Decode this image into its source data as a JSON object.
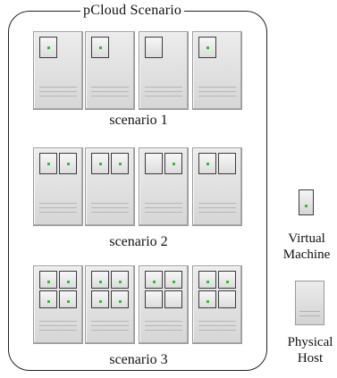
{
  "title": "pCloud Scenario",
  "scenarios": [
    {
      "label": "scenario 1",
      "hosts": [
        {
          "slots": [
            true
          ]
        },
        {
          "slots": [
            true
          ]
        },
        {
          "slots": [
            false
          ]
        },
        {
          "slots": [
            true
          ]
        }
      ]
    },
    {
      "label": "scenario 2",
      "hosts": [
        {
          "slots": [
            true,
            true
          ]
        },
        {
          "slots": [
            true,
            true
          ]
        },
        {
          "slots": [
            false,
            true
          ]
        },
        {
          "slots": [
            true,
            false
          ]
        }
      ]
    },
    {
      "label": "scenario 3",
      "hosts": [
        {
          "slots": [
            true,
            true,
            true,
            true
          ]
        },
        {
          "slots": [
            true,
            true,
            true,
            true
          ]
        },
        {
          "slots": [
            true,
            true,
            false,
            false
          ]
        },
        {
          "slots": [
            true,
            true,
            true,
            false
          ]
        }
      ]
    }
  ],
  "legend": {
    "vm_label_line1": "Virtual",
    "vm_label_line2": "Machine",
    "host_label_line1": "Physical",
    "host_label_line2": "Host",
    "led_color": "#2fbf2f"
  }
}
